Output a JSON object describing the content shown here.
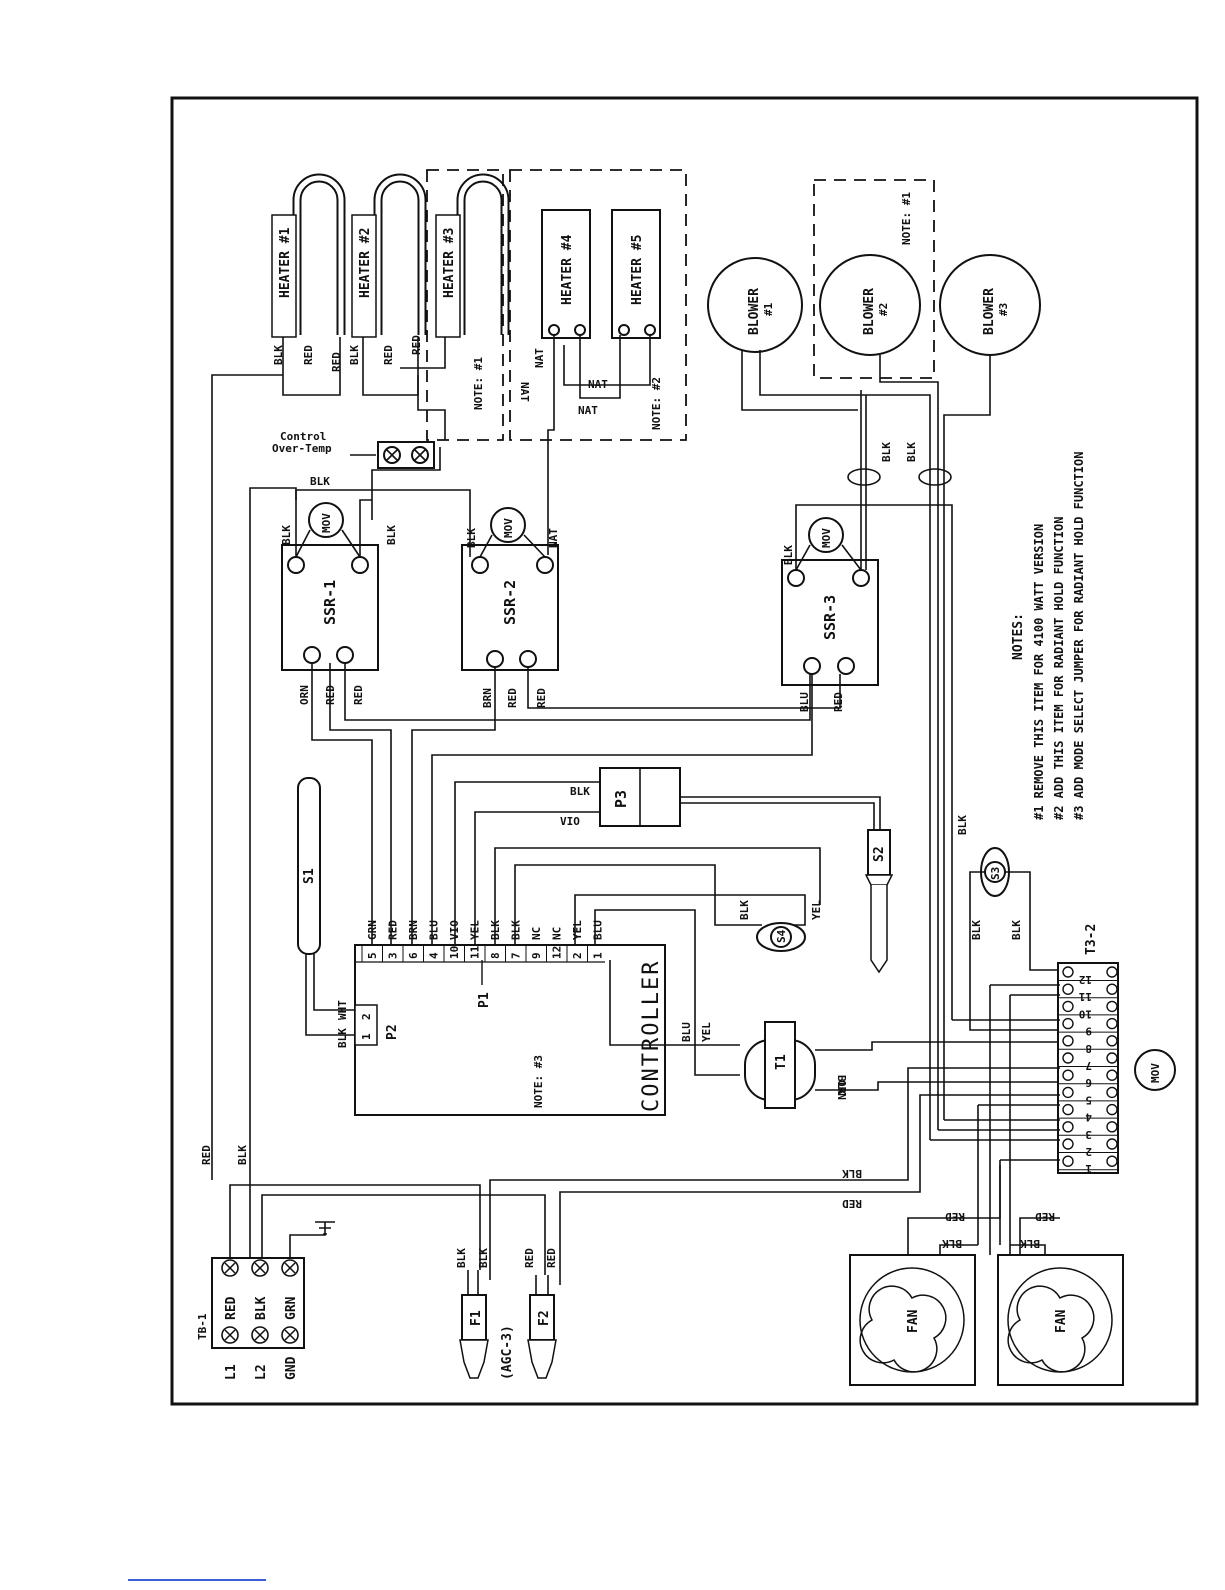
{
  "heaters": [
    "HEATER #1",
    "HEATER #2",
    "HEATER #3",
    "HEATER #4",
    "HEATER #5"
  ],
  "blowers": [
    {
      "line1": "BLOWER",
      "line2": "#1"
    },
    {
      "line1": "BLOWER",
      "line2": "#2"
    },
    {
      "line1": "BLOWER",
      "line2": "#3"
    }
  ],
  "relays": [
    "SSR-1",
    "SSR-2",
    "SSR-3"
  ],
  "mov": "MOV",
  "controller": {
    "title": "CONTROLLER",
    "note": "NOTE: #3",
    "p1": "P1",
    "p2": "P2",
    "p3": "P3"
  },
  "p1_pins": [
    {
      "num": "5",
      "wire": "GRN"
    },
    {
      "num": "3",
      "wire": "RED"
    },
    {
      "num": "6",
      "wire": "BRN"
    },
    {
      "num": "4",
      "wire": "BLU"
    },
    {
      "num": "10",
      "wire": "VIO"
    },
    {
      "num": "11",
      "wire": "YEL"
    },
    {
      "num": "8",
      "wire": "BLK"
    },
    {
      "num": "7",
      "wire": "BLK"
    },
    {
      "num": "9",
      "wire": "NC"
    },
    {
      "num": "12",
      "wire": "NC"
    },
    {
      "num": "2",
      "wire": "YEL"
    },
    {
      "num": "1",
      "wire": "BLU"
    }
  ],
  "p2_pins": [
    "1",
    "2"
  ],
  "switches": {
    "s1": "S1",
    "s2": "S2",
    "s3": "S3",
    "s4": "S4"
  },
  "transformer": "T1",
  "tb1": {
    "title": "TB-1",
    "rows": [
      {
        "term": "L1",
        "wire": "RED"
      },
      {
        "term": "L2",
        "wire": "BLK"
      },
      {
        "term": "GND",
        "wire": "GRN"
      }
    ]
  },
  "t3_2": {
    "title": "T3-2",
    "terminals": [
      "12",
      "11",
      "10",
      "9",
      "8",
      "7",
      "6",
      "5",
      "4",
      "3",
      "2",
      "1"
    ]
  },
  "fuses": [
    {
      "label": "F1"
    },
    {
      "label": "F2"
    }
  ],
  "fuse_type": "(AGC-3)",
  "fan_label": "FAN",
  "over_temp": [
    "Over-Temp",
    "Control"
  ],
  "note_tags": [
    "NOTE: #1",
    "NOTE: #2",
    "NOTE: #1"
  ],
  "wire_labels": {
    "blk": "BLK",
    "red": "RED",
    "nat": "NAT",
    "orn": "ORN",
    "brn": "BRN",
    "blu": "BLU",
    "yel": "YEL",
    "vio": "VIO",
    "wht": "WHT",
    "grn": "GRN"
  },
  "notes": {
    "title": "NOTES:",
    "items": [
      "#1 REMOVE THIS ITEM FOR 4100 WATT VERSION",
      "#2 ADD THIS ITEM FOR RADIANT HOLD FUNCTION",
      "#3 ADD MODE SELECT JUMPER FOR RADIANT HOLD FUNCTION"
    ]
  }
}
